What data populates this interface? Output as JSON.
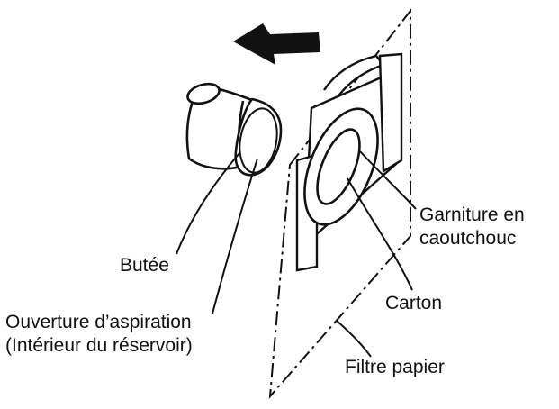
{
  "labels": {
    "butee": "Butée",
    "ouverture_line1": "Ouverture d’aspiration",
    "ouverture_line2": "(Intérieur du réservoir)",
    "garniture_line1": "Garniture en",
    "garniture_line2": "caoutchouc",
    "carton": "Carton",
    "filtre": "Filtre papier"
  },
  "colors": {
    "ink": "#111111",
    "background": "#ffffff"
  }
}
